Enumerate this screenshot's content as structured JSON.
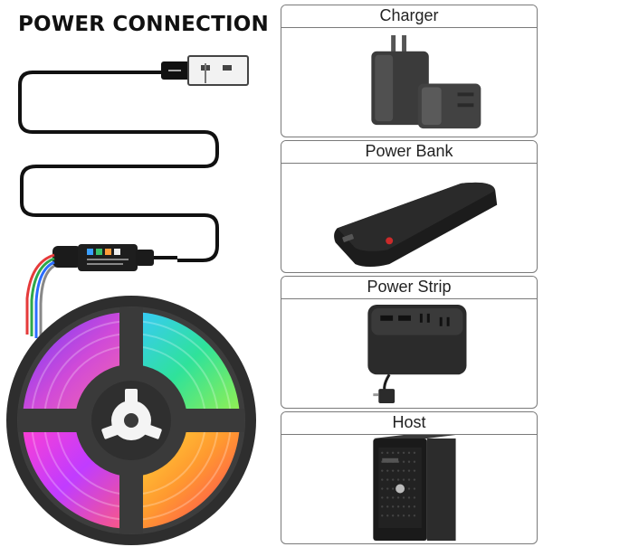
{
  "title": "POWER CONNECTION",
  "panels": [
    {
      "label": "Charger",
      "icon": "charger-icon"
    },
    {
      "label": "Power Bank",
      "icon": "power-bank-icon"
    },
    {
      "label": "Power Strip",
      "icon": "power-strip-icon"
    },
    {
      "label": "Host",
      "icon": "host-computer-icon"
    }
  ],
  "colors": {
    "panel_border": "#7a7a7a",
    "device_dark": "#2b2b2b",
    "reel": "#3a3a3a"
  }
}
